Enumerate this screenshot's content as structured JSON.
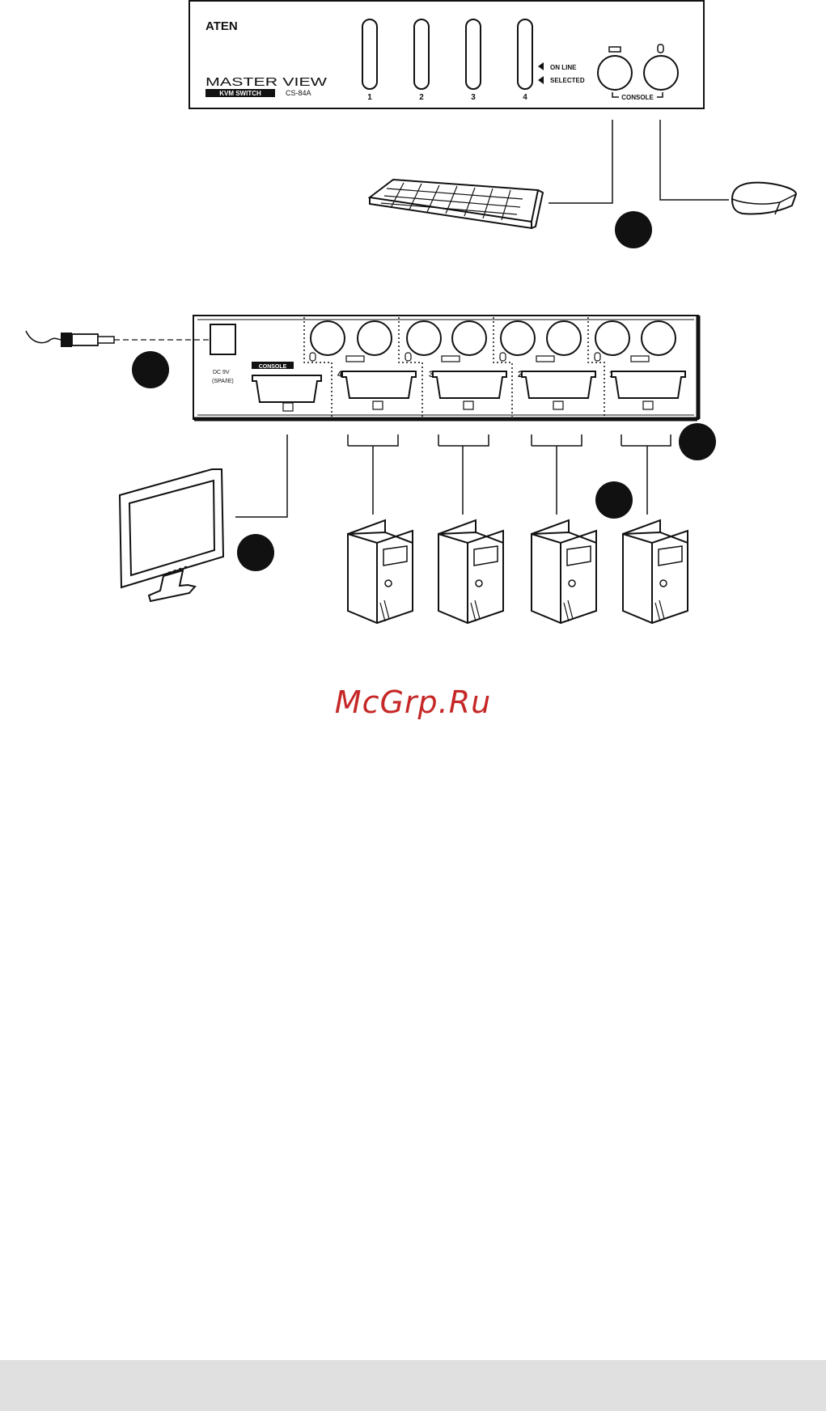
{
  "front_panel": {
    "brand": "ATEN",
    "product_line": "MASTER VIEW",
    "product_type": "KVM SWITCH",
    "model": "CS-84A",
    "port_numbers": [
      "1",
      "2",
      "3",
      "4"
    ],
    "led_online": "ON LINE",
    "led_selected": "SELECTED",
    "console_label": "CONSOLE"
  },
  "rear_panel": {
    "console_label": "CONSOLE",
    "power_label_dc": "DC 9V",
    "power_label_spec": "(SPA/IE)",
    "port_numbers": [
      "4",
      "3",
      "2",
      "1"
    ]
  },
  "watermark": "McGrp.Ru",
  "colors": {
    "line": "#111111",
    "watermark": "#c62828",
    "footer": "#e0e0e0"
  }
}
